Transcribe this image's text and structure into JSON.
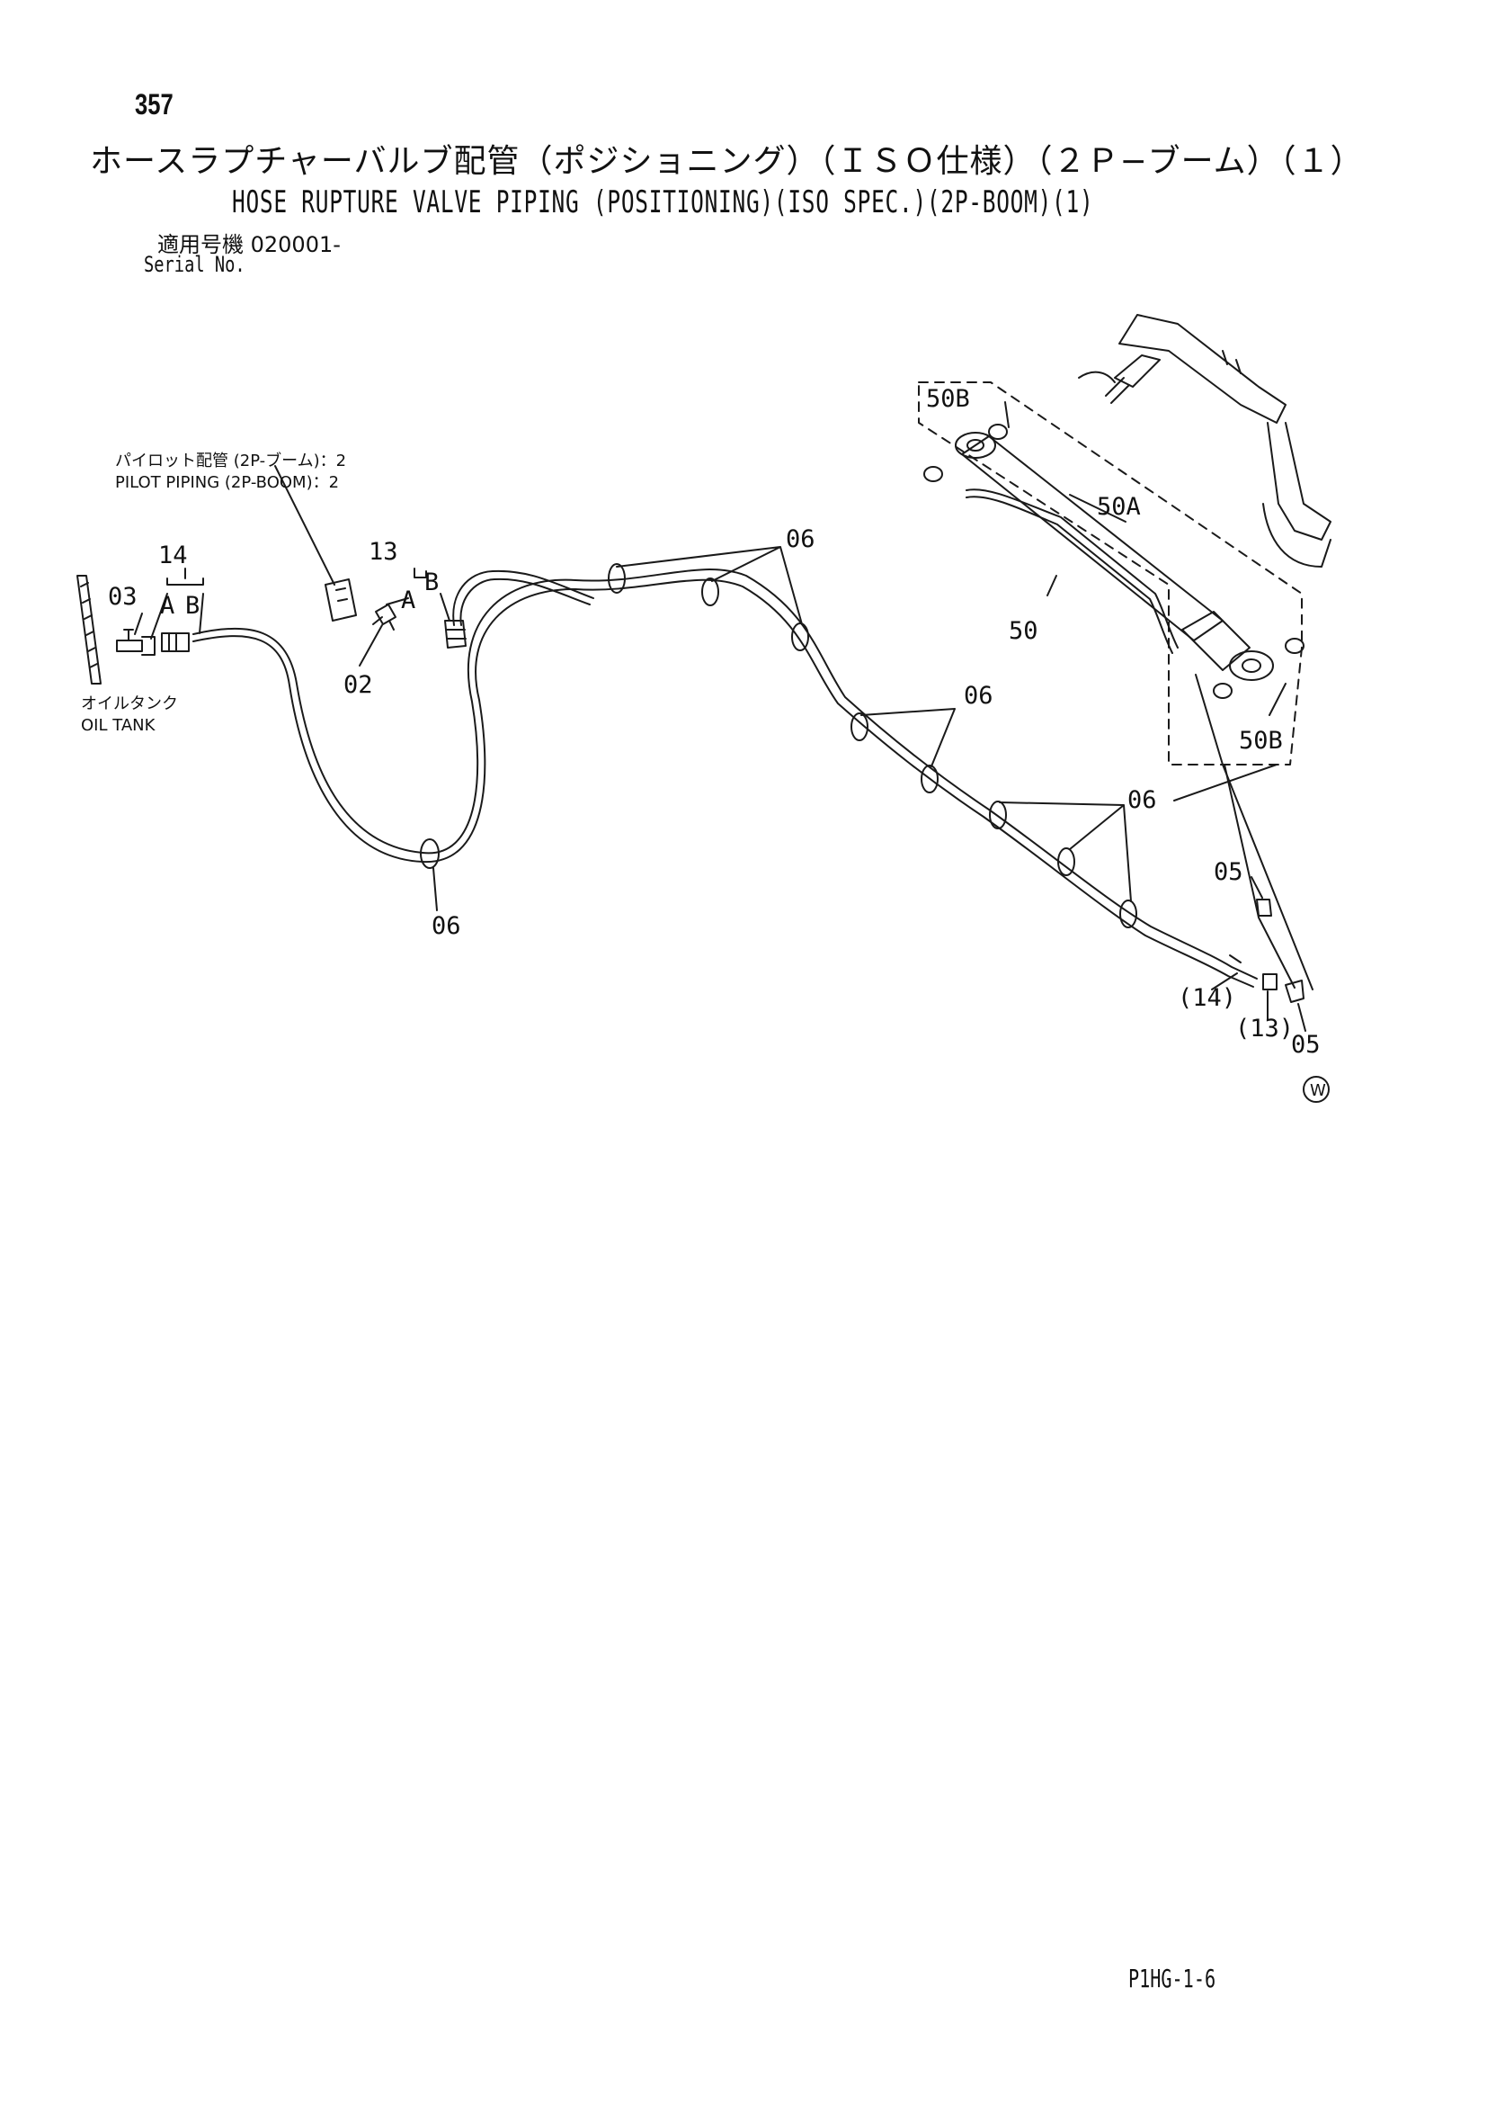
{
  "header": {
    "page_number": "357",
    "title_jp": "ホースラプチャーバルブ配管（ポジショニング）（ＩＳＯ仕様）（２Ｐ−ブーム）（１）",
    "title_en": "HOSE RUPTURE VALVE PIPING (POSITIONING)(ISO SPEC.)(2P-BOOM)(1)",
    "serial_jp": "適用号機  020001-",
    "serial_en": "Serial No."
  },
  "diagram": {
    "notes": {
      "pilot_jp": "パイロット配管  (2P-ブーム)：2",
      "pilot_en": "PILOT PIPING (2P-BOOM)：2",
      "oil_tank_jp": "オイルタンク",
      "oil_tank_en": "OIL TANK"
    },
    "callouts": {
      "c14": "14",
      "c14_a": "A",
      "c14_b": "B",
      "c03": "03",
      "c13": "13",
      "c13_a": "A",
      "c13_b": "B",
      "c02": "02",
      "c06_a": "06",
      "c06_b": "06",
      "c06_c": "06",
      "c06_d": "06",
      "c50b_top": "50B",
      "c50a": "50A",
      "c50": "50",
      "c50b_bottom": "50B",
      "c05_top": "05",
      "c14_paren": "(14)",
      "c13_paren": "(13)",
      "c05_bottom": "05",
      "w_mark": "W"
    }
  },
  "footer": {
    "drawing_code": "P1HG-1-6"
  },
  "colors": {
    "line": "#1a1a1a",
    "background": "#ffffff"
  }
}
